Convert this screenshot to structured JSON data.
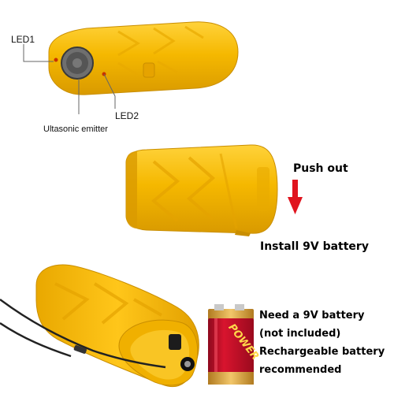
{
  "labels": {
    "led1": "LED1",
    "led2": "LED2",
    "emitter": "Ultasonic emitter",
    "push_out": "Push out",
    "install": "Install 9V battery",
    "note_line1": "Need a 9V battery",
    "note_line2": "(not included)",
    "note_line3": "Rechargeable battery",
    "note_line4": "recommended",
    "battery_brand": "POWER"
  },
  "colors": {
    "device_yellow": "#F5B800",
    "device_shadow": "#D99A00",
    "arrow_red": "#E0141E",
    "battery_red": "#C8102E",
    "battery_gold": "#D9A23A"
  },
  "icons": {
    "arrow": "arrow-down-icon"
  }
}
